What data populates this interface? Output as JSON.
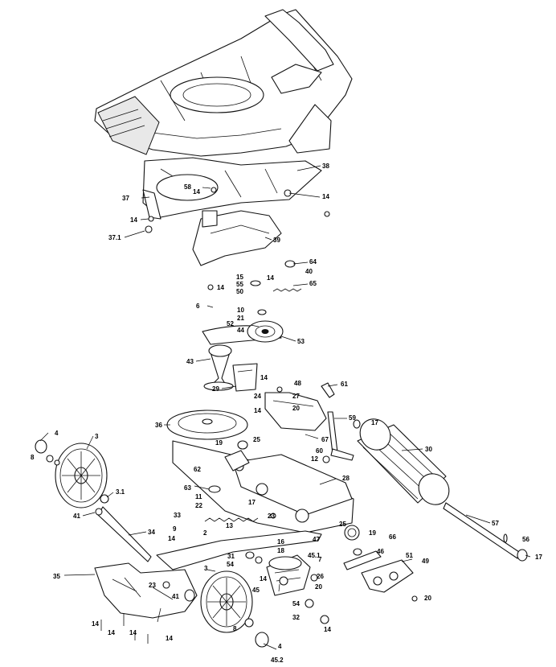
{
  "labels": [
    {
      "text": "38"
    },
    {
      "text": "58"
    },
    {
      "text": "14"
    },
    {
      "text": "37"
    },
    {
      "text": "14"
    },
    {
      "text": "14"
    },
    {
      "text": "37.1"
    },
    {
      "text": "39"
    },
    {
      "text": "64"
    },
    {
      "text": "40"
    },
    {
      "text": "15"
    },
    {
      "text": "14"
    },
    {
      "text": "55"
    },
    {
      "text": "65"
    },
    {
      "text": "50"
    },
    {
      "text": "14"
    },
    {
      "text": "6"
    },
    {
      "text": "10"
    },
    {
      "text": "21"
    },
    {
      "text": "52"
    },
    {
      "text": "44"
    },
    {
      "text": "53"
    },
    {
      "text": "43"
    },
    {
      "text": "14"
    },
    {
      "text": "29"
    },
    {
      "text": "48"
    },
    {
      "text": "61"
    },
    {
      "text": "24"
    },
    {
      "text": "27"
    },
    {
      "text": "20"
    },
    {
      "text": "14"
    },
    {
      "text": "59"
    },
    {
      "text": "17"
    },
    {
      "text": "30"
    },
    {
      "text": "36"
    },
    {
      "text": "67"
    },
    {
      "text": "19"
    },
    {
      "text": "25"
    },
    {
      "text": "4"
    },
    {
      "text": "3"
    },
    {
      "text": "8"
    },
    {
      "text": "60"
    },
    {
      "text": "12"
    },
    {
      "text": "62"
    },
    {
      "text": "28"
    },
    {
      "text": "63"
    },
    {
      "text": "3.1"
    },
    {
      "text": "11"
    },
    {
      "text": "22"
    },
    {
      "text": "17"
    },
    {
      "text": "41"
    },
    {
      "text": "33"
    },
    {
      "text": "23"
    },
    {
      "text": "25"
    },
    {
      "text": "9"
    },
    {
      "text": "13"
    },
    {
      "text": "34"
    },
    {
      "text": "57"
    },
    {
      "text": "14"
    },
    {
      "text": "2"
    },
    {
      "text": "47"
    },
    {
      "text": "19"
    },
    {
      "text": "66"
    },
    {
      "text": "56"
    },
    {
      "text": "16"
    },
    {
      "text": "18"
    },
    {
      "text": "46"
    },
    {
      "text": "31"
    },
    {
      "text": "45.1"
    },
    {
      "text": "51"
    },
    {
      "text": "49"
    },
    {
      "text": "17"
    },
    {
      "text": "54"
    },
    {
      "text": "26"
    },
    {
      "text": "35"
    },
    {
      "text": "3"
    },
    {
      "text": "14"
    },
    {
      "text": "20"
    },
    {
      "text": "23"
    },
    {
      "text": "41"
    },
    {
      "text": "45"
    },
    {
      "text": "54"
    },
    {
      "text": "20"
    },
    {
      "text": "32"
    },
    {
      "text": "14"
    },
    {
      "text": "14"
    },
    {
      "text": "8"
    },
    {
      "text": "4"
    },
    {
      "text": "45.2"
    },
    {
      "text": "7"
    },
    {
      "text": "14"
    },
    {
      "text": "14"
    },
    {
      "text": "14"
    }
  ]
}
